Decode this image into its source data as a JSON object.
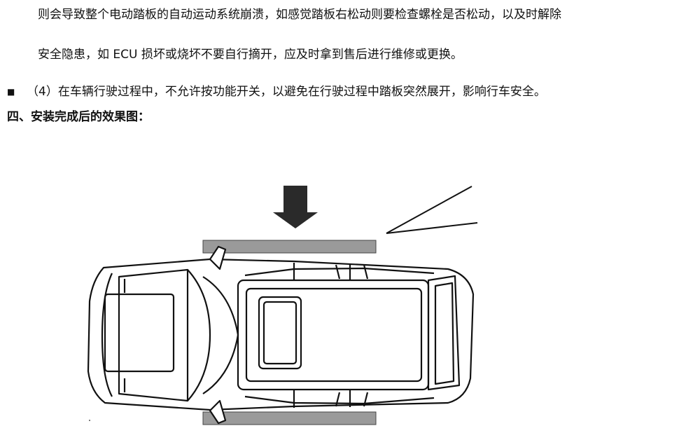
{
  "paragraph": {
    "line1": "则会导致整个电动踏板的自动运动系统崩溃，如感觉踏板右松动则要检查螺栓是否松动，以及时解除",
    "line2": "安全隐患，如 ECU 损坏或烧坏不要自行摘开，应及时拿到售后进行维修或更换。"
  },
  "bullet": {
    "symbol": "■",
    "text": "（4）在车辆行驶过程中，不允许按功能开关，以避免在行驶过程中踏板突然展开，影响行车安全。"
  },
  "section_heading": "四、安装完成后的效果图：",
  "figure": {
    "colors": {
      "outline": "#111111",
      "step": "#9a9a9a",
      "arrow": "#2a2a2a"
    }
  }
}
